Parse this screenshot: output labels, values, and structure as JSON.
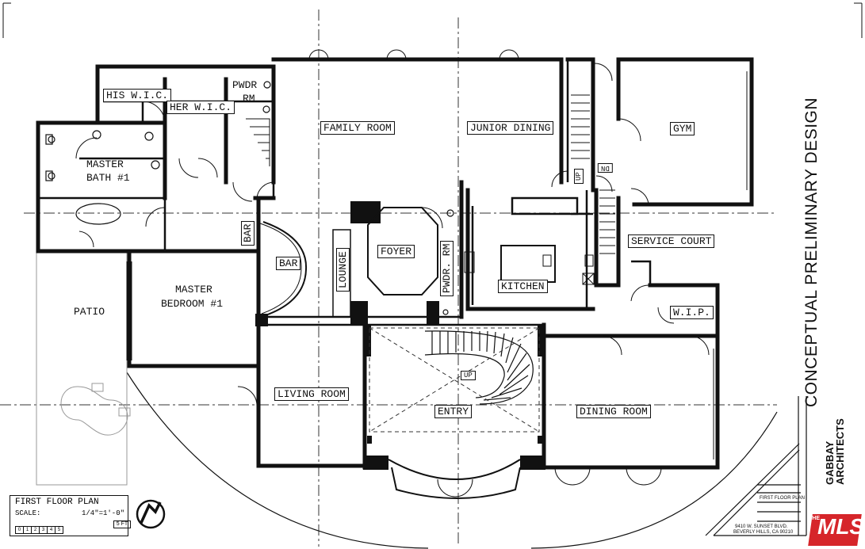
{
  "title": "CONCEPTUAL PRELIMINARY DESIGN",
  "rooms": {
    "his_wic": "HIS W.I.C.",
    "her_wic": "HER W.I.C.",
    "pwdr_rm_top_1": "PWDR",
    "pwdr_rm_top_2": "RM",
    "master_bath_1": "MASTER",
    "master_bath_2": "BATH #1",
    "bar_small": "BAR",
    "bar": "BAR",
    "lounge": "LOUNGE",
    "foyer": "FOYER",
    "pwdr_rm_side": "PWDR. RM",
    "family_room": "FAMILY ROOM",
    "junior_dining": "JUNIOR DINING",
    "kitchen": "KITCHEN",
    "gym": "GYM",
    "service_court": "SERVICE COURT",
    "wip": "W.I.P.",
    "patio": "PATIO",
    "master_bedroom_1": "MASTER",
    "master_bedroom_2": "BEDROOM #1",
    "living_room": "LIVING ROOM",
    "entry": "ENTRY",
    "dining_room": "DINING ROOM",
    "up_stair_entry": "UP",
    "up_stair_service": "UP",
    "dn_stair": "DN"
  },
  "plan_block": {
    "title": "FIRST FLOOR PLAN",
    "scale_label": "SCALE:",
    "scale_value": "1/4\"=1'-0\"",
    "scale_ticks": [
      "0",
      "1",
      "2",
      "3",
      "4",
      "5"
    ],
    "scale_ft": "5 FT"
  },
  "architect": {
    "name_1": "GABBAY",
    "name_2": "ARCHITECTS",
    "address_1": "9410 W. SUNSET BLVD.",
    "address_2": "BEVERLY HILLS, CA 90210",
    "sheet_title": "FIRST FLOOR PLAN"
  },
  "watermark": {
    "the": "THE",
    "mls": "MLS"
  }
}
